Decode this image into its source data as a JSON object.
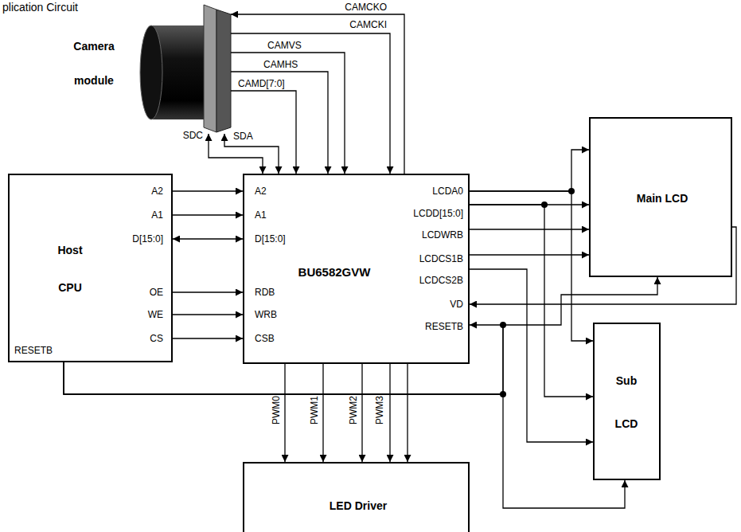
{
  "diagram": {
    "title": "plication Circuit",
    "nodes": [
      {
        "text": [
          "Camera module"
        ]
      },
      {
        "text": [
          "Host CPU"
        ]
      },
      {
        "text": [
          "BU6582GVW"
        ]
      },
      {
        "text": [
          "Main LCD"
        ]
      },
      {
        "text": [
          "Sub LCD"
        ]
      },
      {
        "text": [
          "LED Driver"
        ]
      }
    ],
    "edges": [
      {
        "from": 2,
        "to": 0,
        "arrow": "to",
        "label": "CAMCKO"
      },
      {
        "from": 0,
        "to": 2,
        "arrow": "to",
        "label": "CAMCKI"
      },
      {
        "from": 0,
        "to": 2,
        "arrow": "to",
        "label": "CAMVS"
      },
      {
        "from": 0,
        "to": 2,
        "arrow": "to",
        "label": "CAMHS"
      },
      {
        "from": 0,
        "to": 2,
        "arrow": "to",
        "label": "CAMD[7:0]"
      },
      {
        "from": 0,
        "to": 2,
        "arrow": "both",
        "label": "SDC"
      },
      {
        "from": 0,
        "to": 2,
        "arrow": "both",
        "label": "SDA"
      },
      {
        "from": 1,
        "to": 2,
        "arrow": "to"
      },
      {
        "from": 1,
        "to": 2,
        "arrow": "to"
      },
      {
        "from": 1,
        "to": 2,
        "arrow": "both"
      },
      {
        "from": 1,
        "to": 2,
        "arrow": "to"
      },
      {
        "from": 1,
        "to": 2,
        "arrow": "to"
      },
      {
        "from": 1,
        "to": 2,
        "arrow": "to"
      },
      {
        "from": 1,
        "to": 2,
        "arrow": "to"
      },
      {
        "from": 1,
        "to": 3,
        "arrow": "to"
      },
      {
        "from": 1,
        "to": 4,
        "arrow": "to"
      },
      {
        "from": 2,
        "to": 3,
        "arrow": "to"
      },
      {
        "from": 2,
        "to": 4,
        "arrow": "to"
      },
      {
        "from": 2,
        "to": 3,
        "arrow": "to"
      },
      {
        "from": 2,
        "to": 4,
        "arrow": "to"
      },
      {
        "from": 2,
        "to": 3,
        "arrow": "to"
      },
      {
        "from": 2,
        "to": 3,
        "arrow": "to"
      },
      {
        "from": 2,
        "to": 4,
        "arrow": "to"
      },
      {
        "from": 3,
        "to": 2,
        "arrow": "to"
      },
      {
        "from": 2,
        "to": 5,
        "arrow": "to",
        "label": "PWM0"
      },
      {
        "from": 2,
        "to": 5,
        "arrow": "to",
        "label": "PWM1"
      },
      {
        "from": 2,
        "to": 5,
        "arrow": "to",
        "label": "PWM2"
      },
      {
        "from": 2,
        "to": 5,
        "arrow": "to",
        "label": "PWM3"
      },
      {
        "from": 2,
        "to": 5,
        "arrow": "to"
      }
    ],
    "labels": [
      "A2",
      "A1",
      "D[15:0]",
      "OE",
      "WE",
      "CS",
      "RESETB",
      "A2",
      "A1",
      "D[15:0]",
      "RDB",
      "WRB",
      "CSB",
      "LCDA0",
      "LCDD[15:0]",
      "LCDWRB",
      "LCDCS1B",
      "LCDCS2B",
      "VD",
      "RESETB"
    ]
  }
}
